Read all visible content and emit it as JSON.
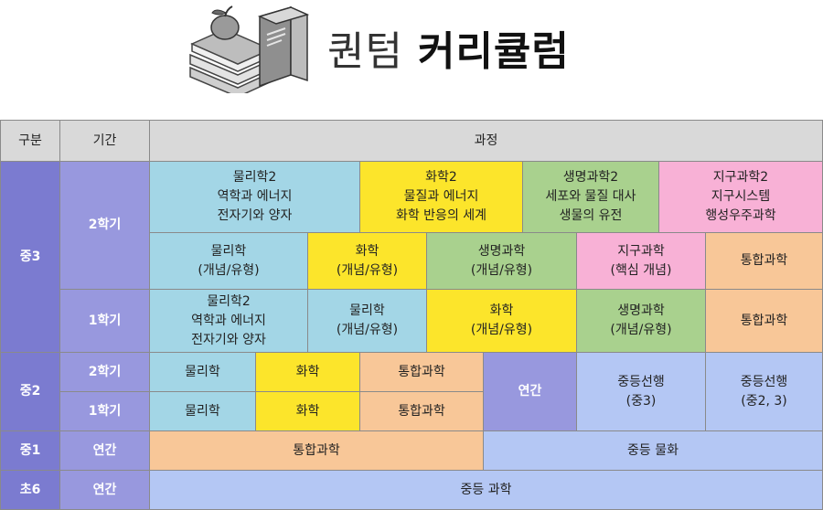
{
  "header": {
    "title_light": "퀀텀",
    "title_bold": "커리큘럼",
    "icon": "books-apple-icon"
  },
  "table": {
    "col_headers": {
      "category": "구분",
      "period": "기간",
      "course": "과정"
    },
    "levels": {
      "m3": "중3",
      "m2": "중2",
      "m1": "중1",
      "e6": "초6"
    },
    "semesters": {
      "s2": "2학기",
      "s1": "1학기",
      "annual": "연간"
    },
    "m3_s2_row1": {
      "physics2": "물리학2\n역학과 에너지\n전자기와 양자",
      "chem2": "화학2\n물질과 에너지\n화학 반응의 세계",
      "bio2": "생명과학2\n세포와 물질 대사\n생물의 유전",
      "earth2": "지구과학2\n지구시스템\n행성우주과학"
    },
    "m3_s2_row2": {
      "physics": "물리학\n(개념/유형)",
      "chem": "화학\n(개념/유형)",
      "bio": "생명과학\n(개념/유형)",
      "earth": "지구과학\n(핵심 개념)",
      "integrated": "통합과학"
    },
    "m3_s1": {
      "physics2": "물리학2\n역학과 에너지\n전자기와 양자",
      "physics": "물리학\n(개념/유형)",
      "chem": "화학\n(개념/유형)",
      "bio": "생명과학\n(개념/유형)",
      "integrated": "통합과학"
    },
    "m2": {
      "physics": "물리학",
      "chem": "화학",
      "integrated": "통합과학",
      "annual": "연간",
      "adv_m3": "중등선행\n(중3)",
      "adv_m23": "중등선행\n(중2, 3)"
    },
    "m1": {
      "integrated": "통합과학",
      "physics_chem": "중등 물화"
    },
    "e6": {
      "science": "중등 과학"
    }
  },
  "colors": {
    "header_gray": "#d9d9d9",
    "level_purple": "#7b7bd0",
    "semester_purple": "#9898de",
    "physics_blue": "#a3d6e6",
    "chemistry_yellow": "#fce52b",
    "biology_green": "#a9d18e",
    "earth_pink": "#f8b1d6",
    "integrated_orange": "#f8c798",
    "advanced_periwinkle": "#b4c7f4"
  }
}
